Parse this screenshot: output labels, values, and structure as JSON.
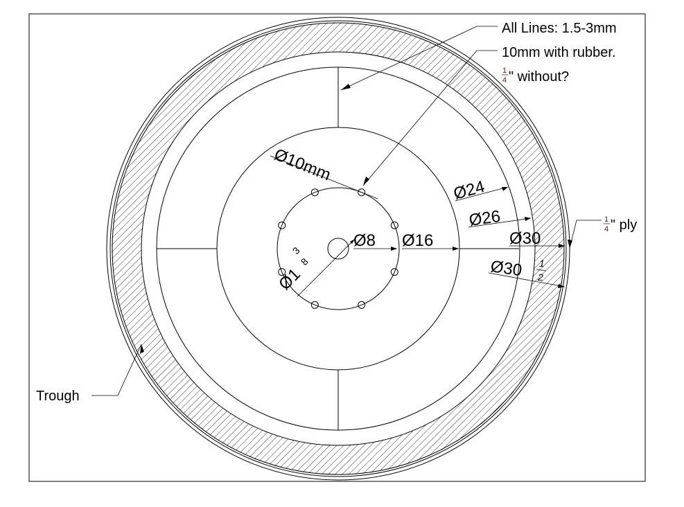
{
  "labels": {
    "all_lines": "All Lines: 1.5-3mm",
    "rubber": "10mm with rubber.",
    "without_frac_num": "1",
    "without_frac_den": "4",
    "without": "\" without?",
    "ply_frac_num": "1",
    "ply_frac_den": "4",
    "ply": "\" ply",
    "trough": "Trough"
  },
  "dimensions": {
    "d10mm": "Ø10mm",
    "d8": "Ø8",
    "d16": "Ø16",
    "d24": "Ø24",
    "d26": "Ø26",
    "d30": "Ø30",
    "d30half": "Ø30",
    "d30half_num": "1",
    "d30half_den": "2",
    "hole": "Ø1",
    "hole_num": "3",
    "hole_den": "8"
  },
  "colors": {
    "line": "#000000",
    "fraction": "#5a1a1a"
  }
}
